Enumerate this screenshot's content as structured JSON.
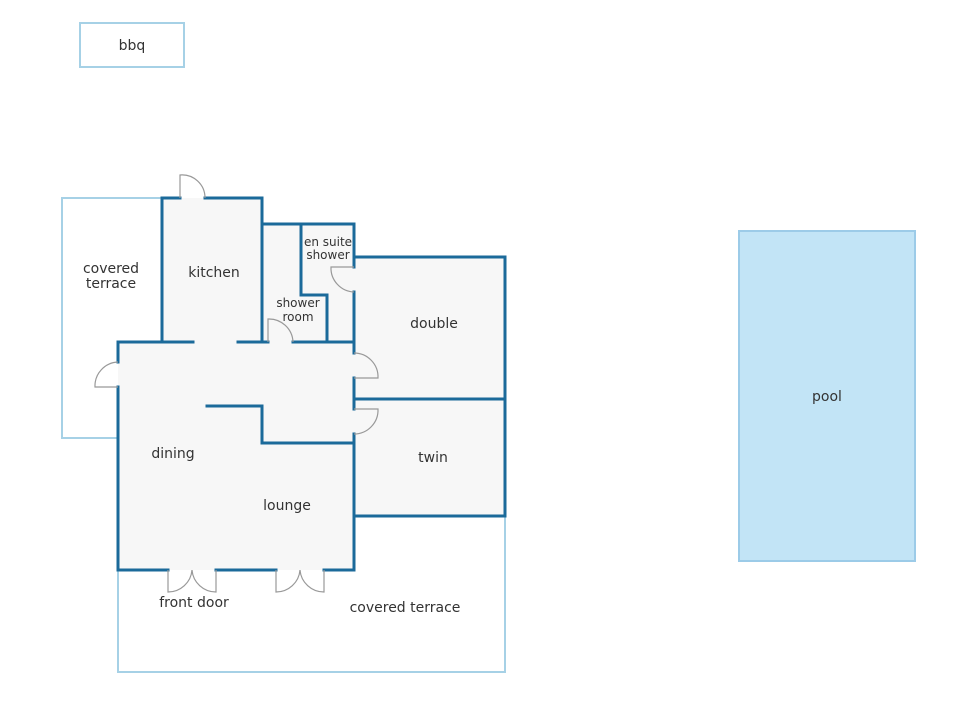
{
  "colors": {
    "wall": "#1b6a9a",
    "light_outline": "#a6d1e6",
    "pool_fill": "#c2e4f6",
    "pool_stroke": "#9ccbe8",
    "floor_fill": "#f7f7f7",
    "door": "#999999",
    "text": "#333333"
  },
  "labels": {
    "bbq": "bbq",
    "covered_terrace_left_1": "covered",
    "covered_terrace_left_2": "terrace",
    "kitchen": "kitchen",
    "en_suite_1": "en suite",
    "en_suite_2": "shower",
    "shower_room_1": "shower",
    "shower_room_2": "room",
    "double": "double",
    "dining": "dining",
    "twin": "twin",
    "lounge": "lounge",
    "front_door": "front door",
    "covered_terrace_bottom": "covered terrace",
    "pool": "pool"
  }
}
